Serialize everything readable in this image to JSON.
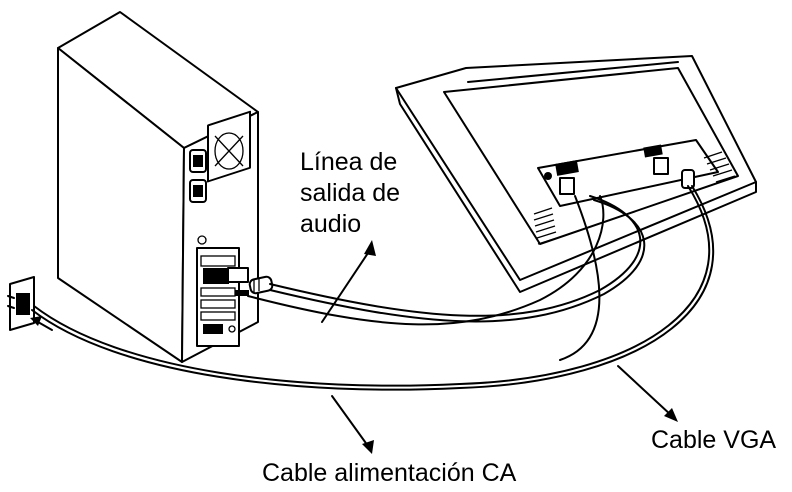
{
  "labels": {
    "audio_line_1": "Línea de",
    "audio_line_2": "salida de",
    "audio_line_3": "audio",
    "vga_cable": "Cable VGA",
    "ac_cable": "Cable alimentación CA"
  },
  "colors": {
    "ink": "#000000",
    "background": "#ffffff"
  }
}
